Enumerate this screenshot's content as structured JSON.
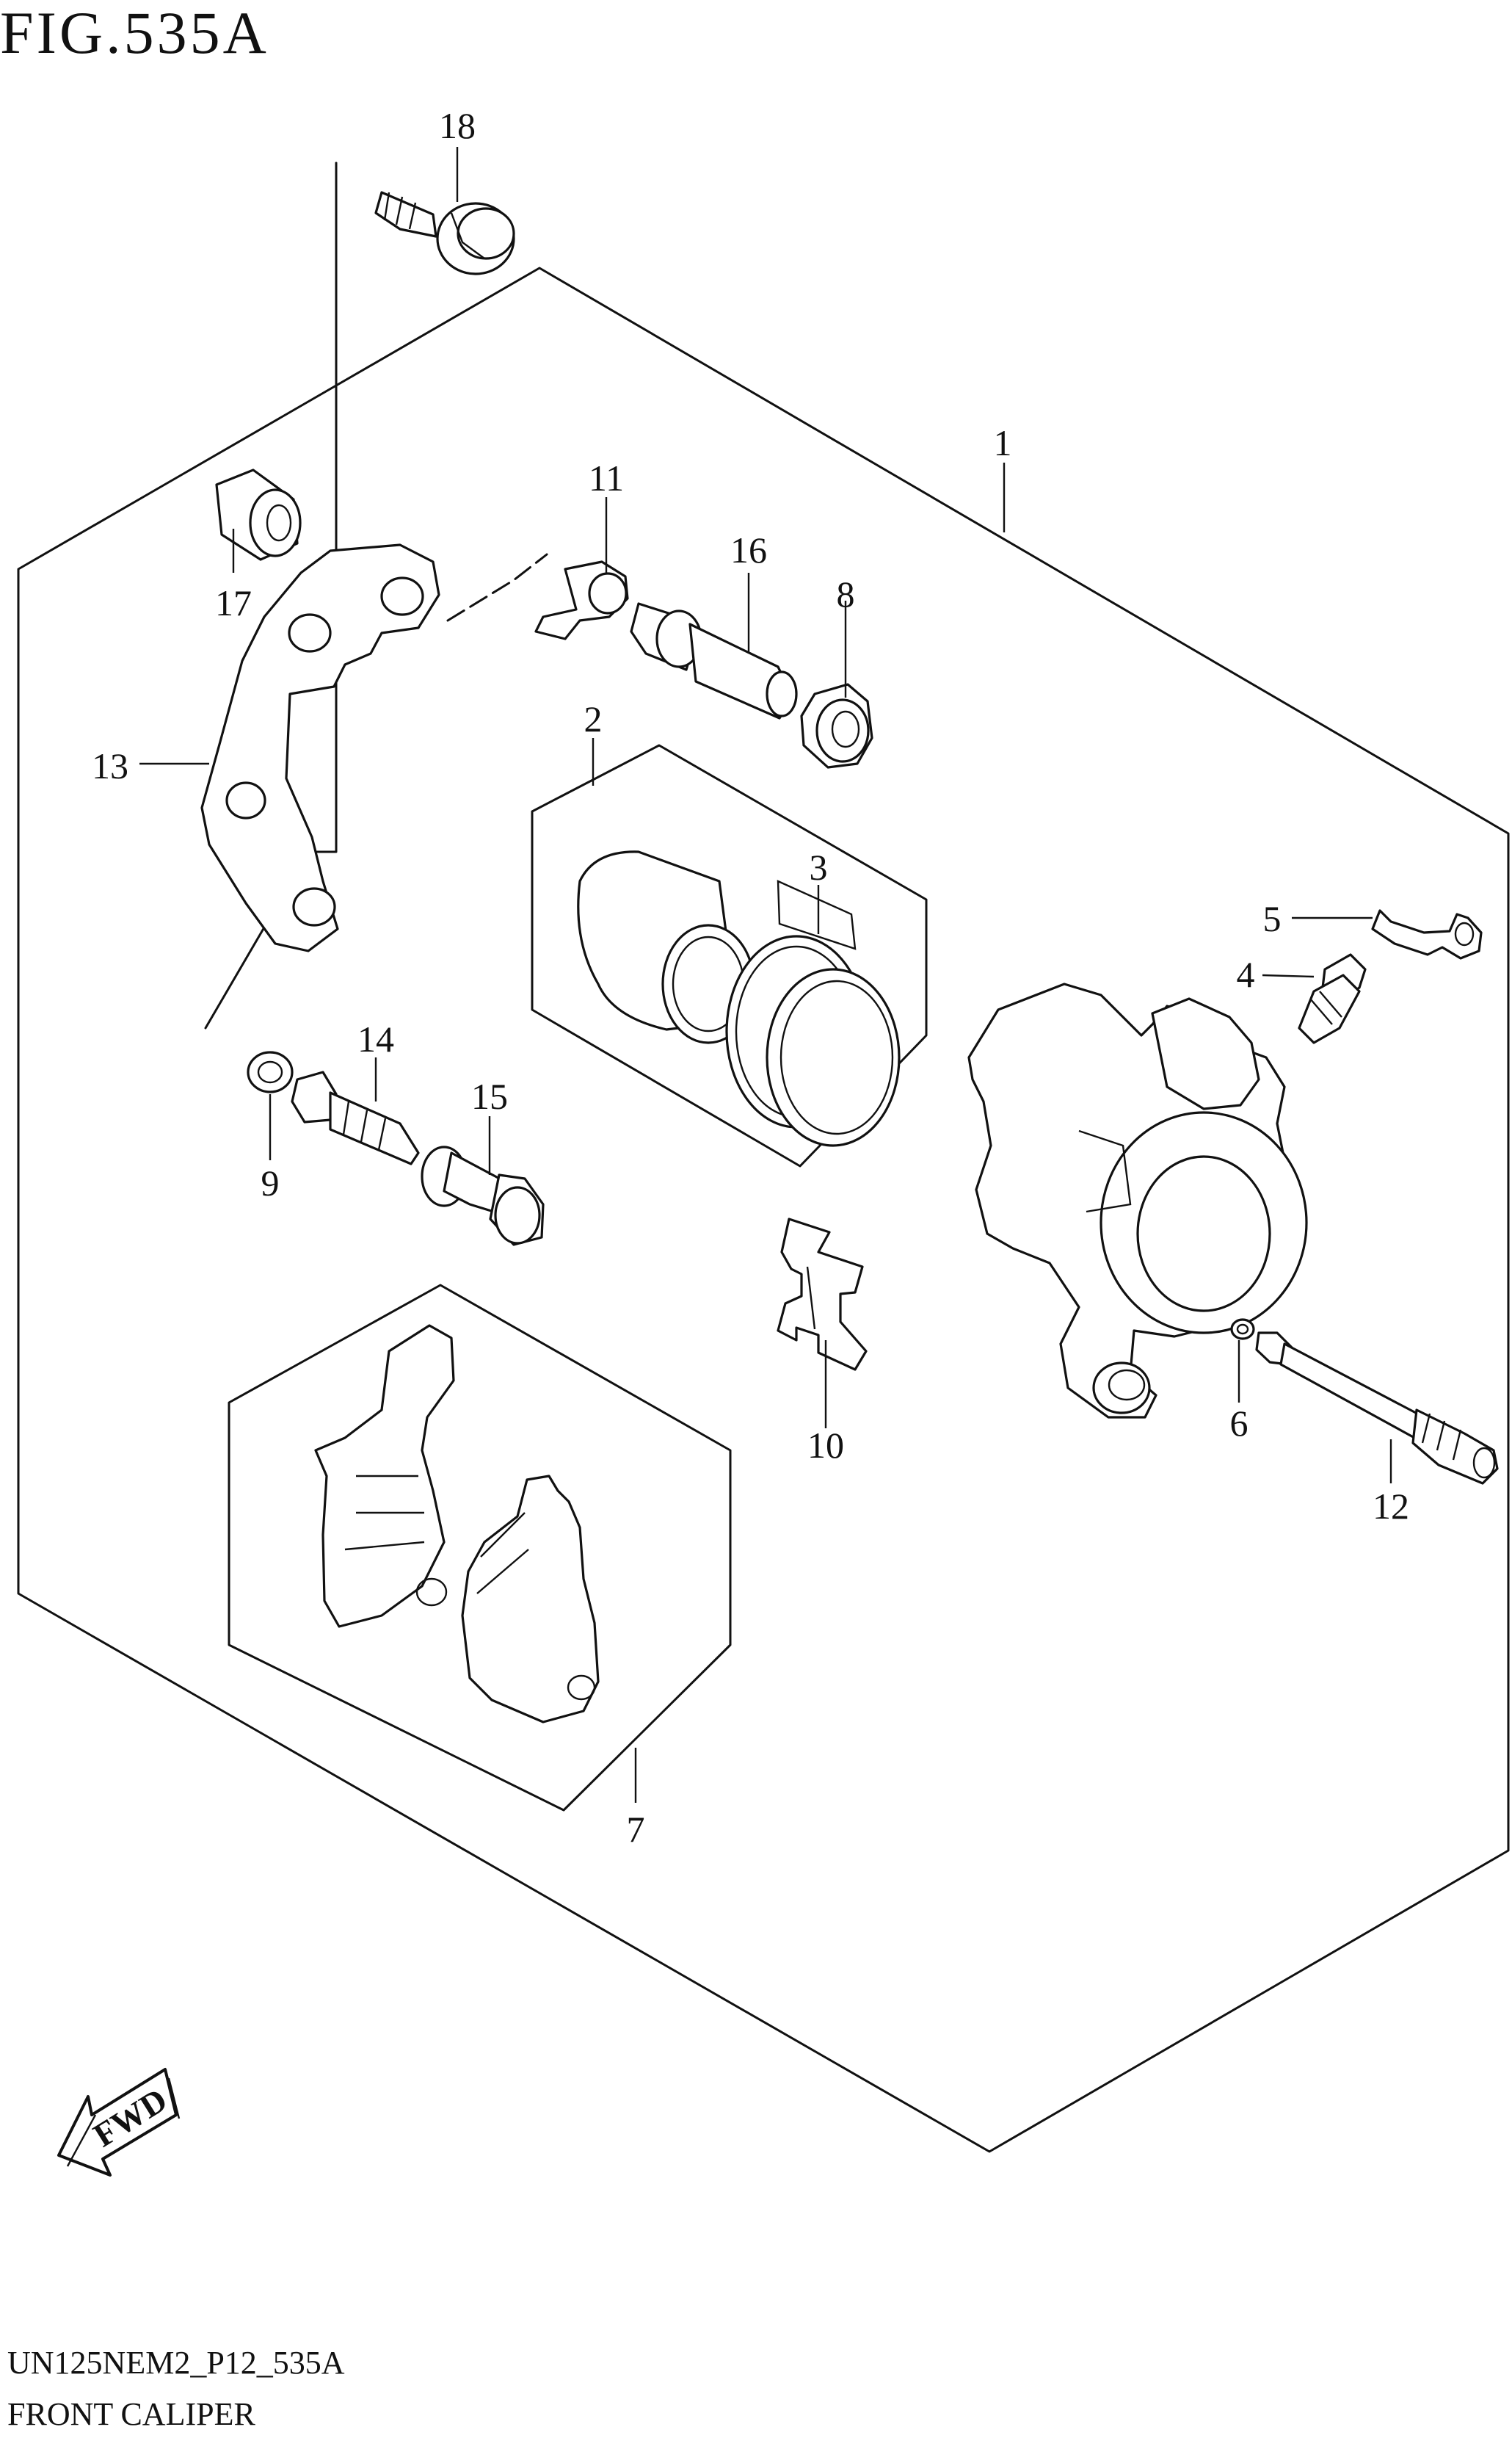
{
  "figure": {
    "title": "FIG.535A",
    "footer_code": "UN125NEM2_P12_535A",
    "footer_name": "FRONT CALIPER",
    "fwd_label": "FWD"
  },
  "callouts": [
    {
      "id": "1",
      "text": "1"
    },
    {
      "id": "2",
      "text": "2"
    },
    {
      "id": "3",
      "text": "3"
    },
    {
      "id": "4",
      "text": "4"
    },
    {
      "id": "5",
      "text": "5"
    },
    {
      "id": "6",
      "text": "6"
    },
    {
      "id": "7",
      "text": "7"
    },
    {
      "id": "8",
      "text": "8"
    },
    {
      "id": "9",
      "text": "9"
    },
    {
      "id": "10",
      "text": "10"
    },
    {
      "id": "11",
      "text": "11"
    },
    {
      "id": "12",
      "text": "12"
    },
    {
      "id": "13",
      "text": "13"
    },
    {
      "id": "14",
      "text": "14"
    },
    {
      "id": "15",
      "text": "15"
    },
    {
      "id": "16",
      "text": "16"
    },
    {
      "id": "17",
      "text": "17"
    },
    {
      "id": "18",
      "text": "18"
    }
  ]
}
